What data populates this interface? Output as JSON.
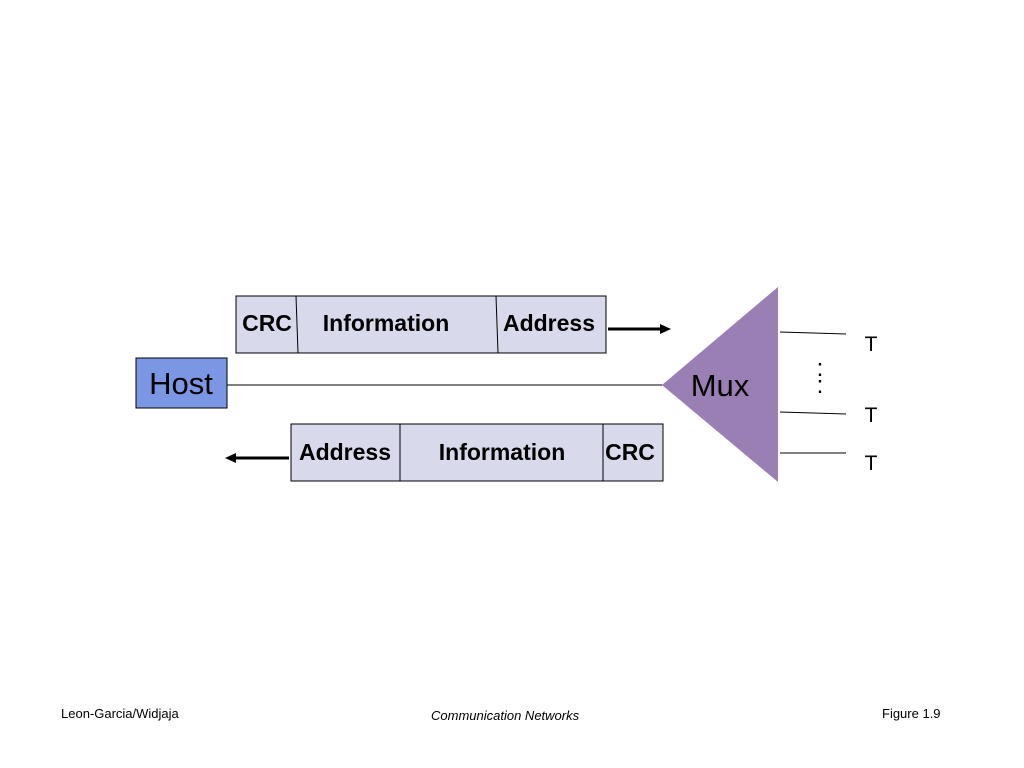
{
  "host": {
    "label": "Host"
  },
  "mux": {
    "label": "Mux",
    "ellipsis": ":"
  },
  "outgoing_frame": {
    "fields": [
      "CRC",
      "Information",
      "Address"
    ]
  },
  "incoming_frame": {
    "fields": [
      "Address",
      "Information",
      "CRC"
    ]
  },
  "terminals": [
    "T",
    "T",
    "T"
  ],
  "footer": {
    "left": "Leon-Garcia/Widjaja",
    "center": "Communication Networks",
    "right": "Figure 1.9"
  },
  "colors": {
    "host_fill": "#7b96e3",
    "frame_fill": "#d9d9ec",
    "mux_fill": "#9a7fb5",
    "stroke": "#000000"
  }
}
